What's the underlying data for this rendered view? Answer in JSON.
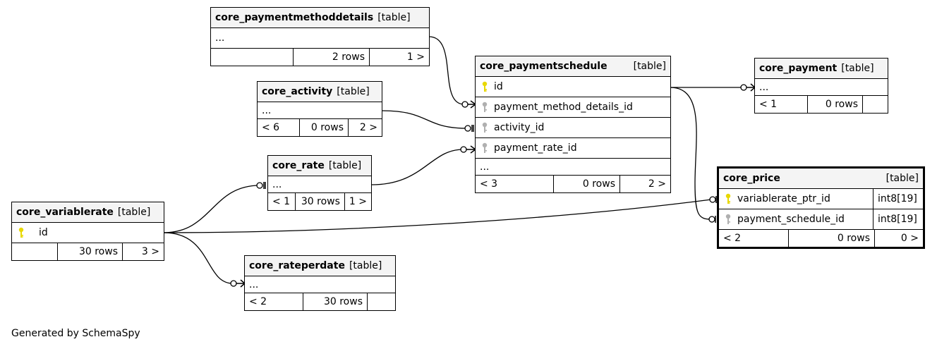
{
  "tables": {
    "core_paymentmethoddetails": {
      "name": "core_paymentmethoddetails",
      "kind": "[table]",
      "cols": "...",
      "foot": [
        "",
        "2 rows",
        "1 >"
      ]
    },
    "core_activity": {
      "name": "core_activity",
      "kind": "[table]",
      "cols": "...",
      "foot": [
        "< 6",
        "0 rows",
        "2 >"
      ]
    },
    "core_rate": {
      "name": "core_rate",
      "kind": "[table]",
      "cols": "...",
      "foot": [
        "< 1",
        "30 rows",
        "1 >"
      ]
    },
    "core_variablerate": {
      "name": "core_variablerate",
      "kind": "[table]",
      "col_id": "id",
      "foot": [
        "",
        "30 rows",
        "3 >"
      ]
    },
    "core_rateperdate": {
      "name": "core_rateperdate",
      "kind": "[table]",
      "cols": "...",
      "foot": [
        "< 2",
        "30 rows",
        ""
      ]
    },
    "core_paymentschedule": {
      "name": "core_paymentschedule",
      "kind": "[table]",
      "columns": [
        "id",
        "payment_method_details_id",
        "activity_id",
        "payment_rate_id"
      ],
      "more": "...",
      "foot": [
        "< 3",
        "0 rows",
        "2 >"
      ]
    },
    "core_payment": {
      "name": "core_payment",
      "kind": "[table]",
      "cols": "...",
      "foot": [
        "< 1",
        "0 rows",
        ""
      ]
    },
    "core_price": {
      "name": "core_price",
      "kind": "[table]",
      "columns": [
        {
          "name": "variablerate_ptr_id",
          "type": "int8[19]"
        },
        {
          "name": "payment_schedule_id",
          "type": "int8[19]"
        }
      ],
      "foot": [
        "< 2",
        "0 rows",
        "0 >"
      ]
    }
  },
  "icons": {
    "primary_key": "key-icon-yellow",
    "foreign_key": "key-icon-gray"
  },
  "colors": {
    "pk": "#e8d800",
    "fk": "#b0b0b0",
    "header_bg": "#f4f4f4"
  },
  "credit": "Generated by SchemaSpy"
}
